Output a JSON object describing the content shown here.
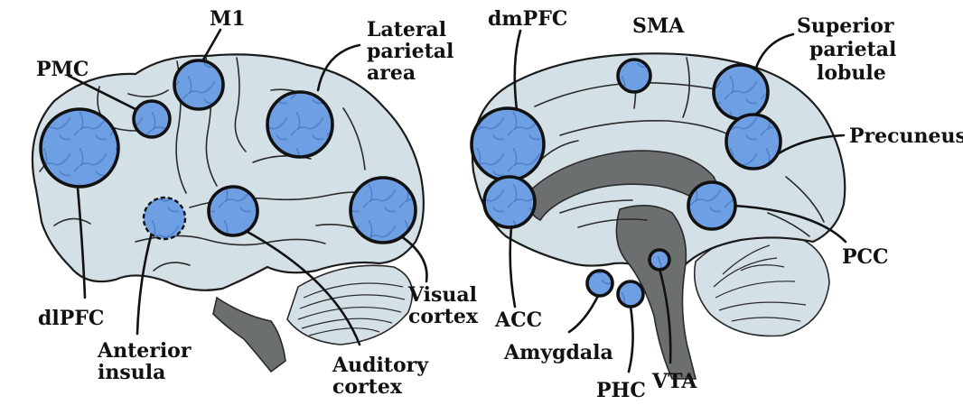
{
  "colors": {
    "brain_fill": "#d3e1e6",
    "region_fill": "#6f9fe3",
    "region_vein": "#4d7fcb",
    "brainstem": "#6b6f70",
    "outline": "#111111"
  },
  "lateral_view": {
    "labels": {
      "m1": "M1",
      "pmc": "PMC",
      "lateral_parietal_1": "Lateral",
      "lateral_parietal_2": "parietal",
      "lateral_parietal_3": "area",
      "dlpfc": "dlPFC",
      "anterior_insula_1": "Anterior",
      "anterior_insula_2": "insula",
      "auditory_cortex_1": "Auditory",
      "auditory_cortex_2": "cortex",
      "visual_cortex_1": "Visual",
      "visual_cortex_2": "cortex"
    }
  },
  "medial_view": {
    "labels": {
      "dmpfc": "dmPFC",
      "sma": "SMA",
      "superior_parietal_1": "Superior",
      "superior_parietal_2": "parietal",
      "superior_parietal_3": "lobule",
      "precuneus": "Precuneus",
      "pcc": "PCC",
      "acc": "ACC",
      "amygdala": "Amygdala",
      "phc": "PHC",
      "vta": "VTA"
    }
  }
}
